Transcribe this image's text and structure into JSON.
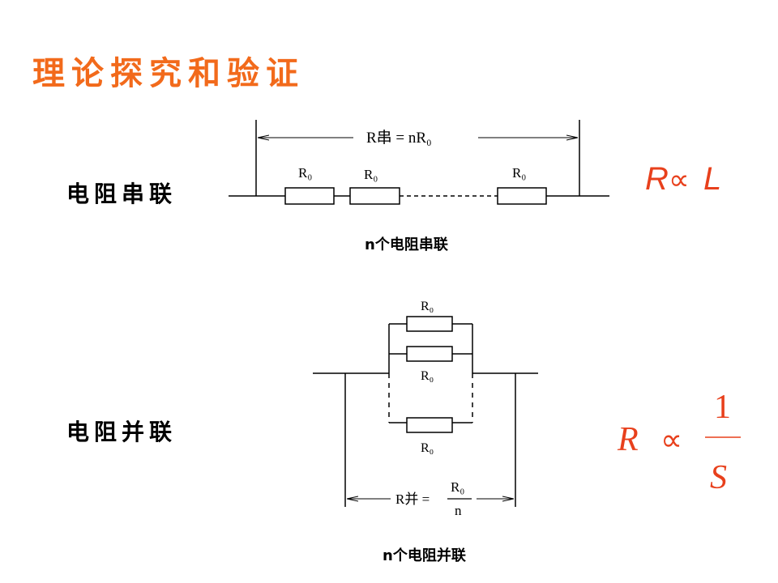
{
  "title": "理论探究和验证",
  "series_section": {
    "label": "电阻串联",
    "caption": "n个电阻串联",
    "resistor_label": "R₀",
    "total_formula": "R串 = nR₀",
    "relation": {
      "lhs": "R",
      "symbol": "∝",
      "rhs": "L"
    }
  },
  "parallel_section": {
    "label": "电阻并联",
    "caption": "n个电阻并联",
    "resistor_label": "R₀",
    "total_formula": {
      "lhs": "R并 =",
      "numerator": "R₀",
      "denominator": "n"
    },
    "relation": {
      "lhs": "R",
      "symbol": "∝",
      "numerator": "1",
      "denominator": "S"
    }
  },
  "colors": {
    "title": "#f26a1b",
    "formula": "#e8401c",
    "line": "#000000"
  }
}
